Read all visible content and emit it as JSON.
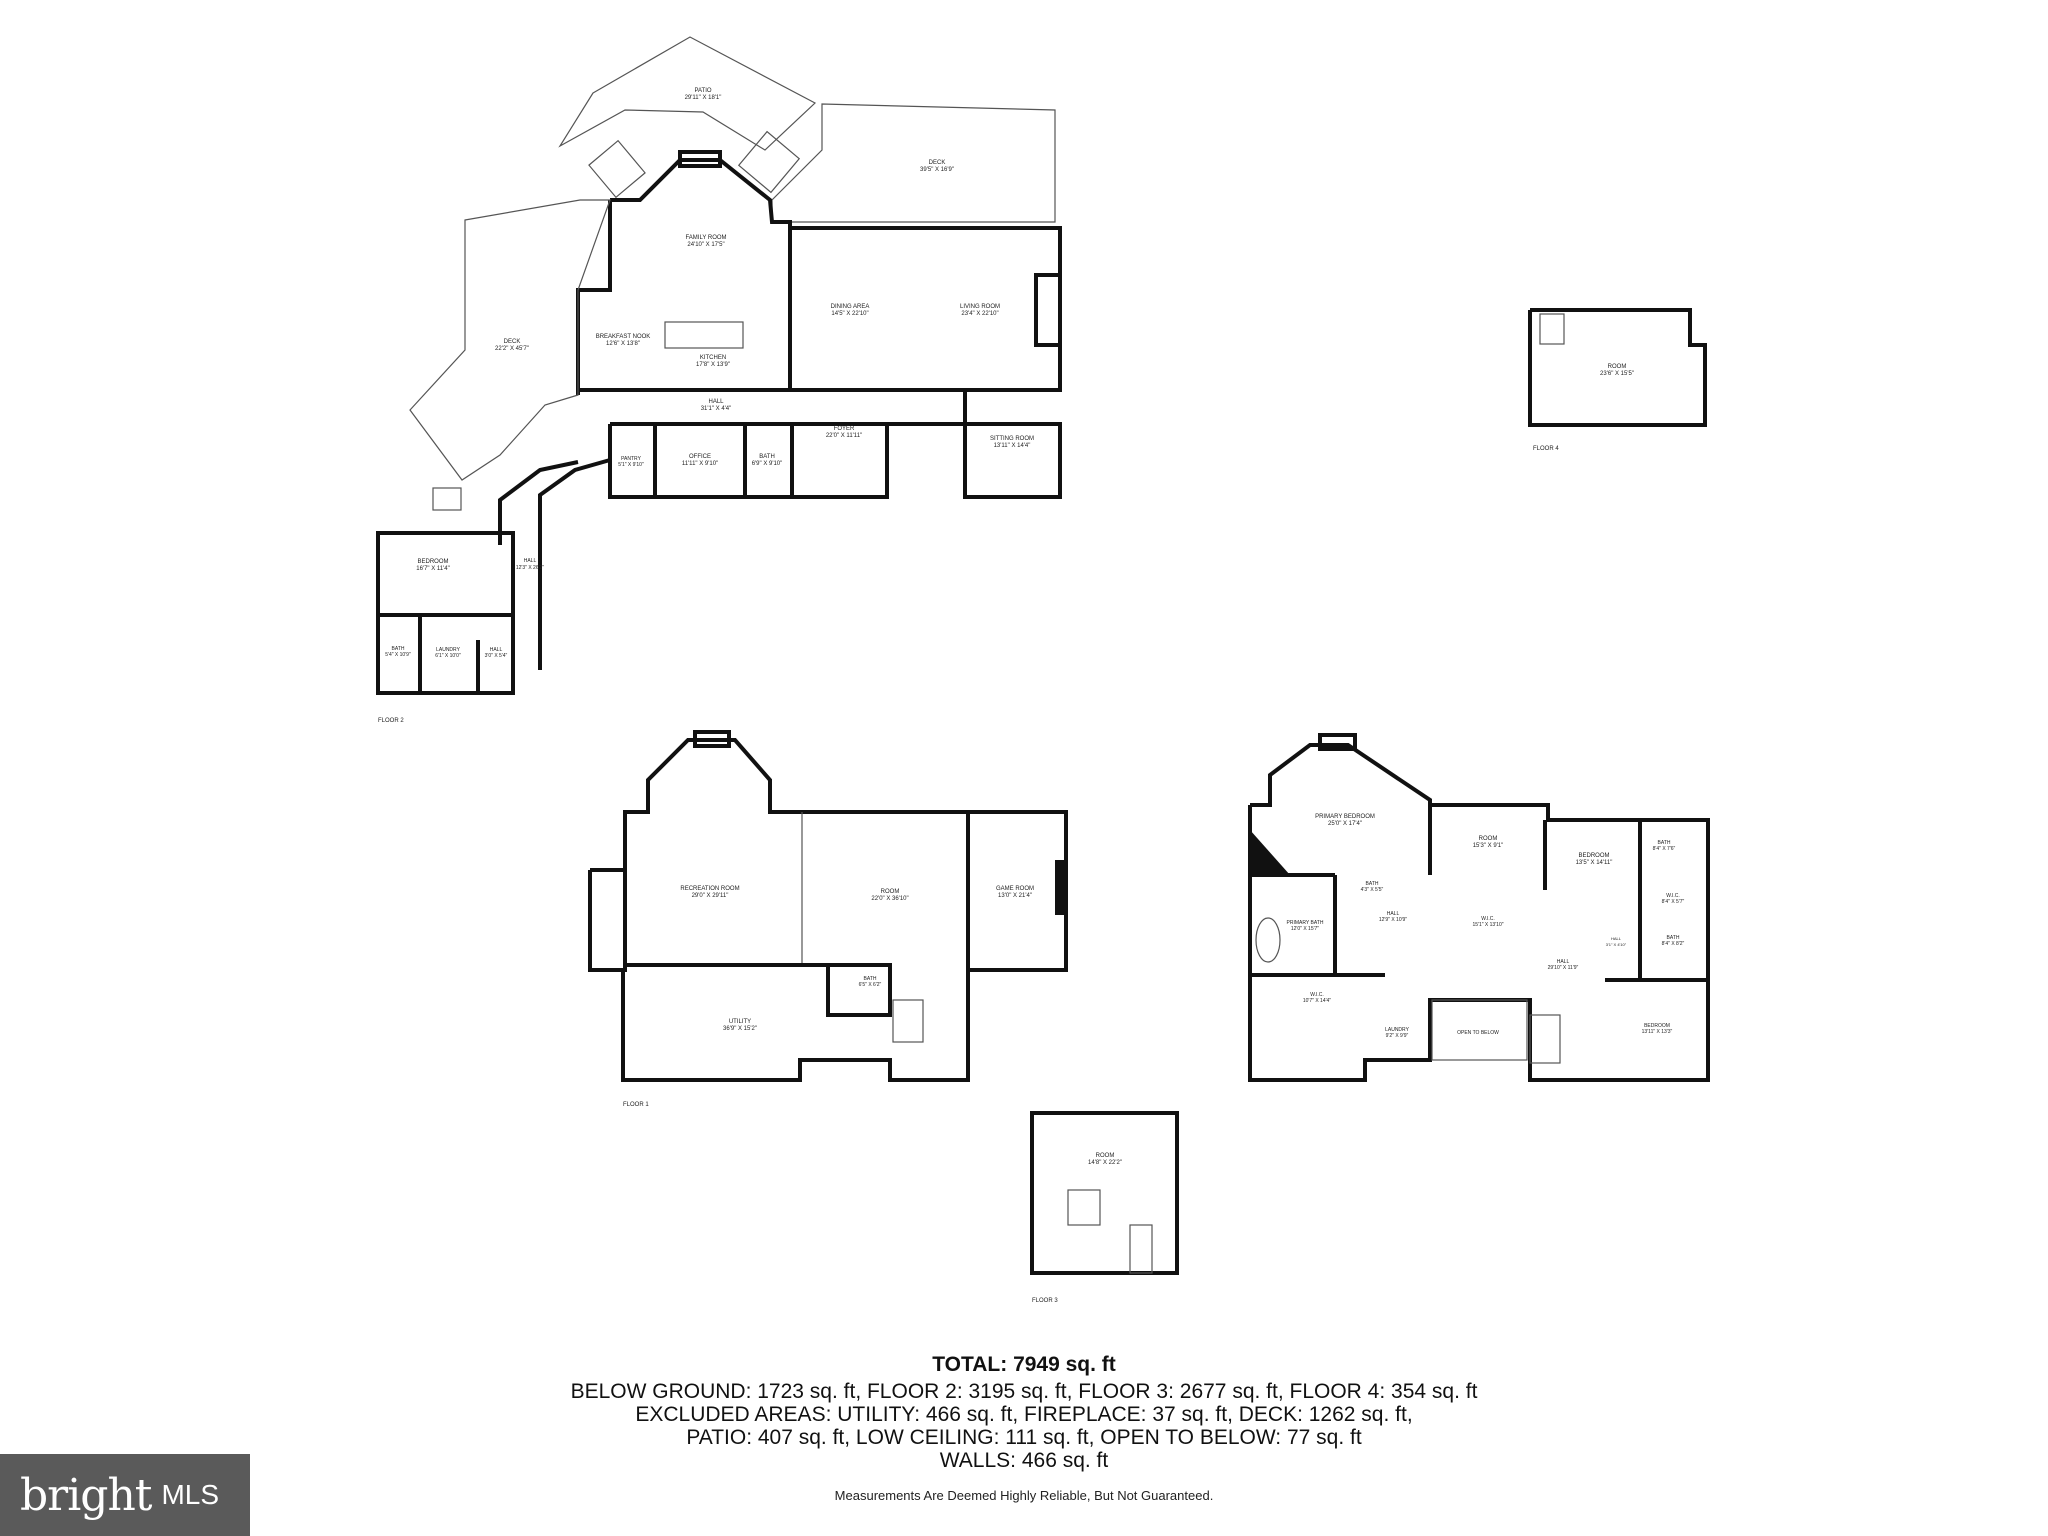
{
  "floors": {
    "floor2": {
      "label": "FLOOR 2",
      "rooms": [
        {
          "name": "PATIO",
          "dims": "29'11\" X 18'1\""
        },
        {
          "name": "DECK",
          "dims": "39'5\" X 16'9\""
        },
        {
          "name": "FAMILY ROOM",
          "dims": "24'10\" X 17'5\""
        },
        {
          "name": "DINING AREA",
          "dims": "14'5\" X 22'10\""
        },
        {
          "name": "LIVING ROOM",
          "dims": "23'4\" X 22'10\""
        },
        {
          "name": "BREAKFAST NOOK",
          "dims": "12'6\" X 13'8\""
        },
        {
          "name": "KITCHEN",
          "dims": "17'8\" X 13'9\""
        },
        {
          "name": "DECK",
          "dims": "22'2\" X 45'7\""
        },
        {
          "name": "HALL",
          "dims": "31'1\" X 4'4\""
        },
        {
          "name": "FOYER",
          "dims": "22'0\" X 11'11\""
        },
        {
          "name": "SITTING ROOM",
          "dims": "13'11\" X 14'4\""
        },
        {
          "name": "PANTRY",
          "dims": "5'1\" X 9'10\""
        },
        {
          "name": "OFFICE",
          "dims": "11'11\" X 9'10\""
        },
        {
          "name": "BATH",
          "dims": "6'9\" X 9'10\""
        },
        {
          "name": "BEDROOM",
          "dims": "16'7\" X 11'4\""
        },
        {
          "name": "HALL",
          "dims": "12'3\" X 26'2\""
        },
        {
          "name": "BATH",
          "dims": "5'4\" X 10'9\""
        },
        {
          "name": "LAUNDRY",
          "dims": "6'1\" X 10'0\""
        },
        {
          "name": "HALL",
          "dims": "3'0\" X 5'4\""
        }
      ]
    },
    "floor4": {
      "label": "FLOOR 4",
      "rooms": [
        {
          "name": "ROOM",
          "dims": "23'6\" X 15'5\""
        }
      ]
    },
    "floor1": {
      "label": "FLOOR 1",
      "rooms": [
        {
          "name": "RECREATION ROOM",
          "dims": "29'0\" X 29'11\""
        },
        {
          "name": "ROOM",
          "dims": "22'0\" X 36'10\""
        },
        {
          "name": "GAME ROOM",
          "dims": "13'0\" X 21'4\""
        },
        {
          "name": "BATH",
          "dims": "6'5\" X 6'2\""
        },
        {
          "name": "UTILITY",
          "dims": "36'9\" X 15'2\""
        }
      ]
    },
    "floor3": {
      "label": "FLOOR 3",
      "rooms": [
        {
          "name": "PRIMARY BEDROOM",
          "dims": "25'0\" X 17'4\""
        },
        {
          "name": "ROOM",
          "dims": "15'3\" X 9'1\""
        },
        {
          "name": "BEDROOM",
          "dims": "13'5\" X 14'11\""
        },
        {
          "name": "BATH",
          "dims": "8'4\" X 7'6\""
        },
        {
          "name": "BATH",
          "dims": "4'3\" X 5'5\""
        },
        {
          "name": "HALL",
          "dims": "12'9\" X 10'9\""
        },
        {
          "name": "W.I.C.",
          "dims": "15'1\" X 13'10\""
        },
        {
          "name": "W.I.C.",
          "dims": "8'4\" X 5'7\""
        },
        {
          "name": "PRIMARY BATH",
          "dims": "12'0\" X 15'7\""
        },
        {
          "name": "BATH",
          "dims": "8'4\" X 8'2\""
        },
        {
          "name": "HALL",
          "dims": "29'10\" X 11'9\""
        },
        {
          "name": "HALL",
          "dims": "3'1\" X 4'10\""
        },
        {
          "name": "W.I.C.",
          "dims": "10'7\" X 14'4\""
        },
        {
          "name": "LAUNDRY",
          "dims": "9'2\" X 9'9\""
        },
        {
          "name": "OPEN TO BELOW",
          "dims": ""
        },
        {
          "name": "BEDROOM",
          "dims": "13'11\" X 13'3\""
        }
      ]
    },
    "floor3b": {
      "label": "FLOOR 3",
      "rooms": [
        {
          "name": "ROOM",
          "dims": "14'8\" X 22'2\""
        }
      ]
    }
  },
  "summary": {
    "total": "TOTAL: 7949 sq. ft",
    "line1": "BELOW GROUND: 1723 sq. ft, FLOOR 2: 3195 sq. ft, FLOOR 3: 2677 sq. ft, FLOOR 4: 354 sq. ft",
    "line2": "EXCLUDED AREAS: UTILITY: 466 sq. ft, FIREPLACE: 37 sq. ft, DECK: 1262 sq. ft,",
    "line3": "PATIO: 407 sq. ft, LOW CEILING: 111 sq. ft, OPEN TO BELOW: 77 sq. ft",
    "line4": "WALLS: 466 sq. ft"
  },
  "disclaimer": "Measurements Are Deemed Highly Reliable, But Not Guaranteed.",
  "logo": {
    "word": "bright",
    "suffix": "MLS"
  }
}
